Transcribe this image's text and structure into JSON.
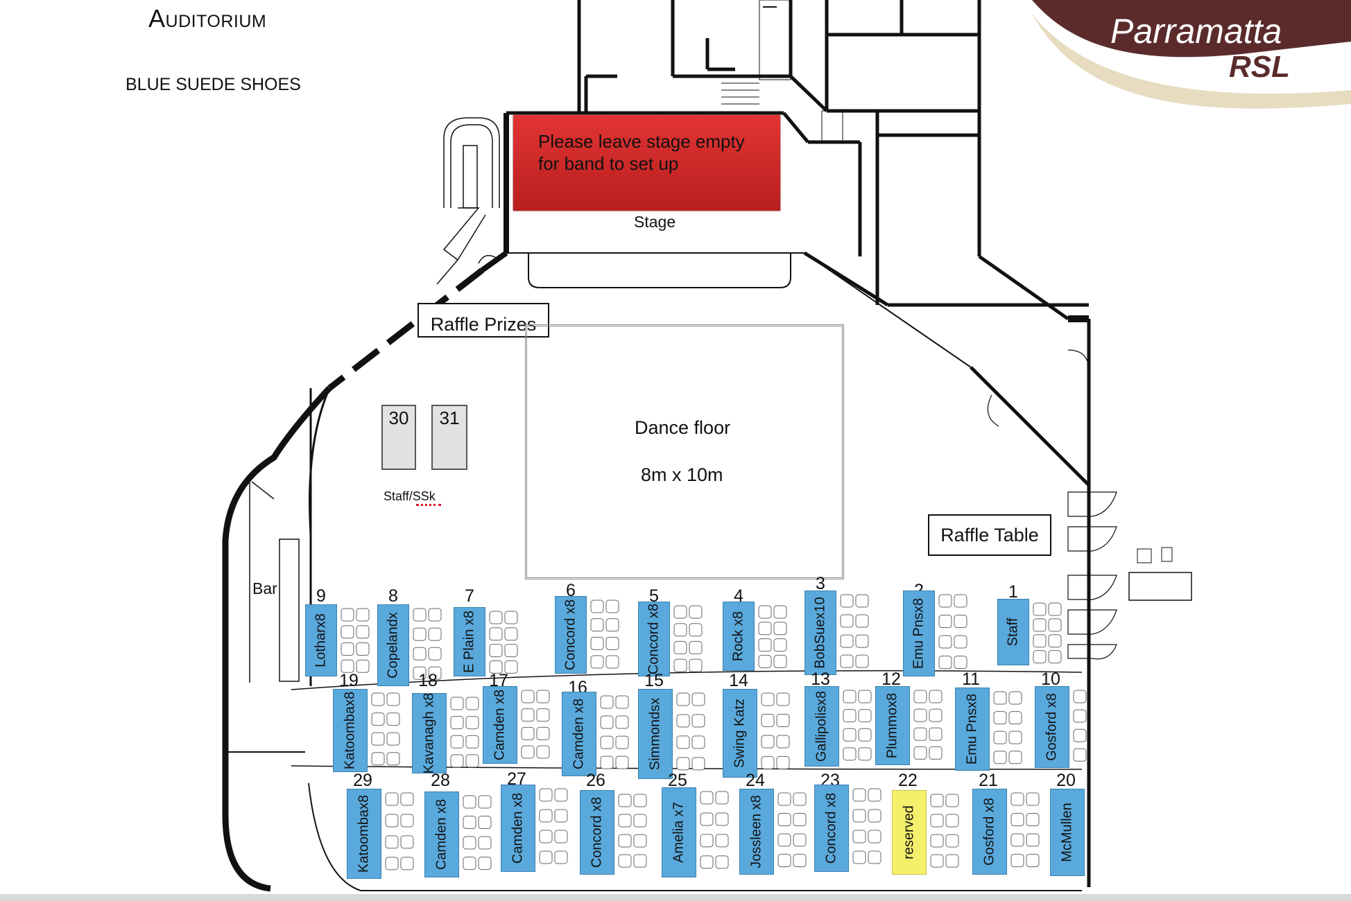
{
  "title": "Auditorium",
  "subtitle": "BLUE SUEDE SHOES",
  "logo": {
    "line1": "Parramatta",
    "line2": "RSL",
    "brand_color": "#5b2b2c",
    "accent_color": "#e7dcc0"
  },
  "stage_note": "Please leave stage empty\nfor band to set up",
  "labels": {
    "stage": "Stage",
    "raffle_prizes": "Raffle Prizes",
    "raffle_table": "Raffle Table",
    "dance_floor": "Dance floor",
    "dance_floor_size": "8m x 10m",
    "staff": "Staff/SSk",
    "bar": "Bar"
  },
  "side_tables": [
    {
      "number": "30"
    },
    {
      "number": "31"
    }
  ],
  "colors": {
    "table": "#5aa9dc",
    "reserved": "#f4f06c",
    "stage_note": "#d42a2a"
  },
  "rows": [
    {
      "row": 1,
      "tables": [
        {
          "number": "9",
          "name": "Lotharx8"
        },
        {
          "number": "8",
          "name": "Copelandx"
        },
        {
          "number": "7",
          "name": "E Plain x8"
        },
        {
          "number": "6",
          "name": "Concord x8"
        },
        {
          "number": "5",
          "name": "Concord x8"
        },
        {
          "number": "4",
          "name": "Rock x8"
        },
        {
          "number": "3",
          "name": "BobSuex10"
        },
        {
          "number": "2",
          "name": "Emu Pnsx8"
        },
        {
          "number": "1",
          "name": "Staff"
        }
      ]
    },
    {
      "row": 2,
      "tables": [
        {
          "number": "19",
          "name": "Katoombax8"
        },
        {
          "number": "18",
          "name": "Kavanagh x8"
        },
        {
          "number": "17",
          "name": "Camden x8"
        },
        {
          "number": "16",
          "name": "Camden x8"
        },
        {
          "number": "15",
          "name": "Simmondsx"
        },
        {
          "number": "14",
          "name": "Swing Katz"
        },
        {
          "number": "13",
          "name": "Gallipolisx8"
        },
        {
          "number": "12",
          "name": "Plummox8"
        },
        {
          "number": "11",
          "name": "Emu Pnsx8"
        },
        {
          "number": "10",
          "name": "Gosford x8"
        }
      ]
    },
    {
      "row": 3,
      "tables": [
        {
          "number": "29",
          "name": "Katoombax8"
        },
        {
          "number": "28",
          "name": "Camden x8"
        },
        {
          "number": "27",
          "name": "Camden x8"
        },
        {
          "number": "26",
          "name": "Concord x8"
        },
        {
          "number": "25",
          "name": "Amelia x7"
        },
        {
          "number": "24",
          "name": "Jossleen x8"
        },
        {
          "number": "23",
          "name": "Concord x8"
        },
        {
          "number": "22",
          "name": "reserved",
          "status": "reserved"
        },
        {
          "number": "21",
          "name": "Gosford x8"
        },
        {
          "number": "20",
          "name": "McMullen"
        }
      ]
    }
  ]
}
